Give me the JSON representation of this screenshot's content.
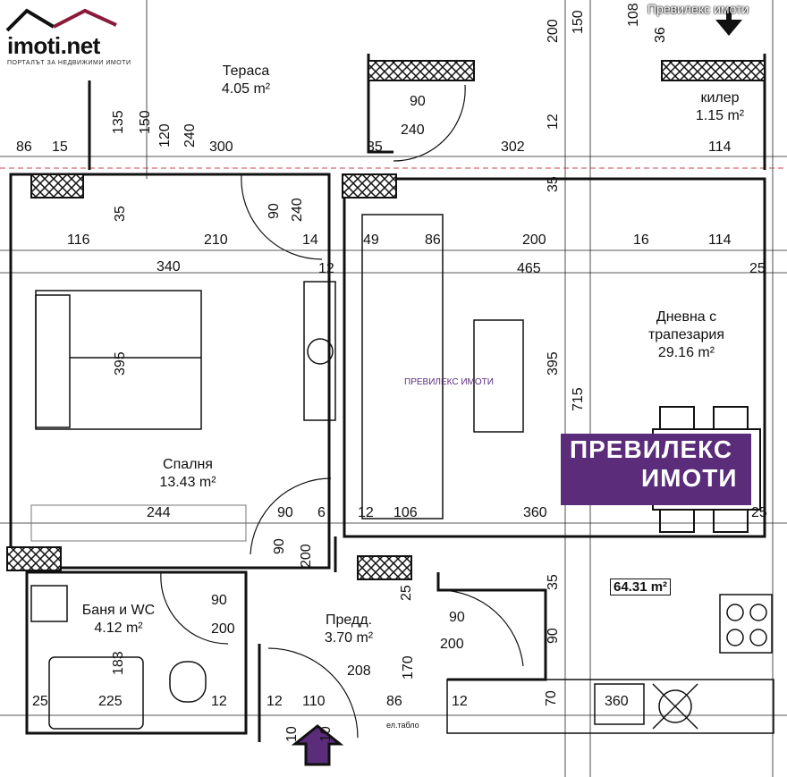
{
  "logo": {
    "brand": "imoti.net",
    "tagline": "ПОРТАЛЪТ ЗА НЕДВИЖИМИ ИМОТИ"
  },
  "watermark_top": "Превилекс имоти",
  "watermark_center": "ПРЕВИЛЕКС ИМОТИ",
  "banner": {
    "line1": "ПРЕВИЛЕКС",
    "line2": "ИМОТИ",
    "color": "#5a2c7a"
  },
  "rooms": [
    {
      "id": "terrace",
      "name": "Тераса",
      "area": "4.05 m²"
    },
    {
      "id": "storage",
      "name": "килер",
      "area": "1.15 m²"
    },
    {
      "id": "living",
      "name": "Дневна с трапезария",
      "area": "29.16 m²"
    },
    {
      "id": "bedroom",
      "name": "Спалня",
      "area": "13.43 m²"
    },
    {
      "id": "bath",
      "name": "Баня и WC",
      "area": "4.12 m²"
    },
    {
      "id": "hall",
      "name": "Предд.",
      "area": "3.70 m²"
    }
  ],
  "total_area": "64.31 m²",
  "panel_label": "ел.табло",
  "dims": [
    "200",
    "150",
    "108",
    "36",
    "86",
    "15",
    "135",
    "150",
    "120",
    "240",
    "300",
    "35",
    "302",
    "114",
    "90",
    "240",
    "35",
    "116",
    "210",
    "14",
    "49",
    "86",
    "200",
    "16",
    "114",
    "240",
    "90",
    "340",
    "12",
    "465",
    "25",
    "395",
    "395",
    "715",
    "244",
    "90",
    "6",
    "12",
    "106",
    "360",
    "25",
    "35",
    "90",
    "200",
    "25",
    "90",
    "200",
    "90",
    "200",
    "208",
    "170",
    "183",
    "225",
    "12",
    "12",
    "110",
    "86",
    "12",
    "70",
    "360",
    "25",
    "12",
    "35",
    "90",
    "10",
    "10"
  ]
}
